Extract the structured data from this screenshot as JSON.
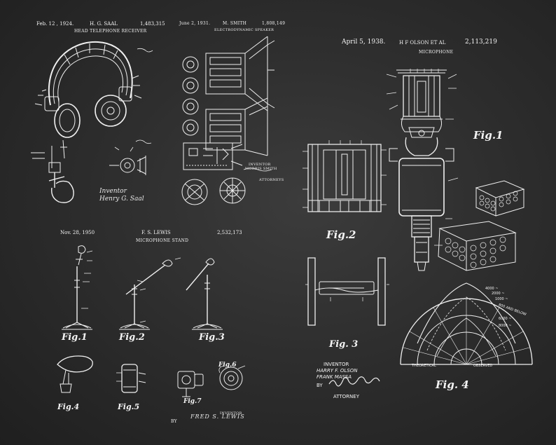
{
  "saal": {
    "date": "Feb. 12 , 1924.",
    "inventor": "H. G. SAAL",
    "number": "1,483,315",
    "title": "HEAD TELEPHONE RECEIVER",
    "signature": "Inventor\nHenry G. Saal"
  },
  "smith": {
    "date": "June 2, 1931.",
    "inventor": "M. SMITH",
    "number": "1,808,149",
    "title": "ELECTRODYNAMIC SPEAKER",
    "credit_label": "INVENTOR",
    "credit_name": "MORRIS SMITH",
    "attorneys": "ATTORNEYS"
  },
  "lewis": {
    "date": "Nov. 28, 1950",
    "inventor": "F. S. LEWIS",
    "number": "2,532,173",
    "title": "MICROPHONE STAND",
    "figs": [
      "Fig.1",
      "Fig.2",
      "Fig.3",
      "Fig.4",
      "Fig.5",
      "Fig.6",
      "Fig.7"
    ],
    "inventor_label": "INVENTOR",
    "signature": "FRED S. LEWIS",
    "by": "BY"
  },
  "olson": {
    "date": "April 5, 1938.",
    "inventor": "H F OLSON ET AL",
    "number": "2,113,219",
    "title": "MICROPHONE",
    "figs": [
      "Fig.1",
      "Fig.2",
      "Fig. 3",
      "Fig. 4"
    ],
    "inventor_label": "INVENTOR",
    "inventor_names": [
      "HARRY F. OLSON",
      "FRANK MASSA"
    ],
    "by": "BY",
    "attorney": "ATTORNEY",
    "polar_labels": [
      "THEORETICAL",
      "OBSERVED",
      "800 AND BELOW",
      "1000 ~",
      "2000 ~",
      "4000 ~",
      "6000 ~",
      "8000 ~"
    ]
  },
  "colors": {
    "background": "#2e2e2e",
    "ink": "#f4f4f4"
  }
}
